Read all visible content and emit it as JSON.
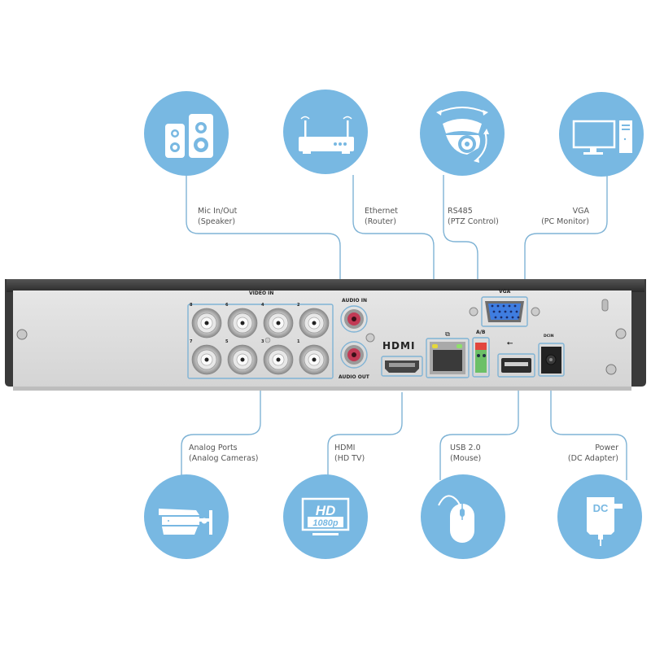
{
  "title": "DVR rear panel connection diagram",
  "accent_color": "#78b8e2",
  "line_color": "#7fb3d5",
  "top_devices": [
    {
      "id": "mic",
      "icon": "speakers-icon",
      "line1": "Mic In/Out",
      "line2": "(Speaker)"
    },
    {
      "id": "ethernet",
      "icon": "router-icon",
      "line1": "Ethernet",
      "line2": "(Router)"
    },
    {
      "id": "rs485",
      "icon": "ptz-dome-camera-icon",
      "line1": "RS485",
      "line2": "(PTZ Control)"
    },
    {
      "id": "vga",
      "icon": "pc-monitor-icon",
      "line1": "VGA",
      "line2": "(PC Monitor)"
    }
  ],
  "bottom_devices": [
    {
      "id": "analog",
      "icon": "bullet-camera-icon",
      "line1": "Analog Ports",
      "line2": "(Analog Cameras)"
    },
    {
      "id": "hdmi",
      "icon": "hd-tv-icon",
      "line1": "HDMI",
      "line2": "(HD TV)",
      "screen_text_1": "HD",
      "screen_text_2": "1080p"
    },
    {
      "id": "usb",
      "icon": "mouse-icon",
      "line1": "USB 2.0",
      "line2": "(Mouse)"
    },
    {
      "id": "power",
      "icon": "dc-adapter-icon",
      "line1": "Power",
      "line2": "(DC Adapter)",
      "adapter_text": "DC"
    }
  ],
  "panel": {
    "video_in_label": "VIDEO IN",
    "bnc_numbers_top": [
      "8",
      "6",
      "4",
      "2"
    ],
    "bnc_numbers_bottom": [
      "7",
      "5",
      "3",
      "1"
    ],
    "audio_in_label": "AUDIO IN",
    "audio_out_label": "AUDIO OUT",
    "hdmi_logo": "HDMI",
    "vga_label": "VGA",
    "ab_label": "A/B",
    "dcin_label": "DCIN"
  }
}
